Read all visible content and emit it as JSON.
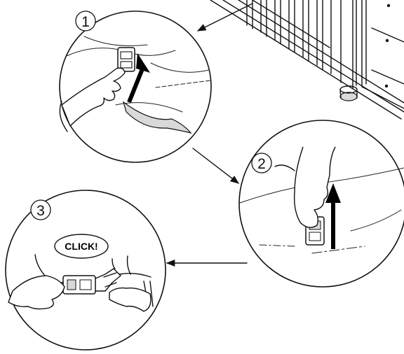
{
  "steps": [
    {
      "number": "1"
    },
    {
      "number": "2"
    },
    {
      "number": "3",
      "callout": "CLICK!"
    }
  ],
  "colors": {
    "line": "#111111",
    "background": "#ffffff",
    "shade": "#d9d9d9"
  },
  "icons": [
    "crib-icon",
    "buckle-icon",
    "arrow-up-icon",
    "pointer-arrow-icon"
  ]
}
